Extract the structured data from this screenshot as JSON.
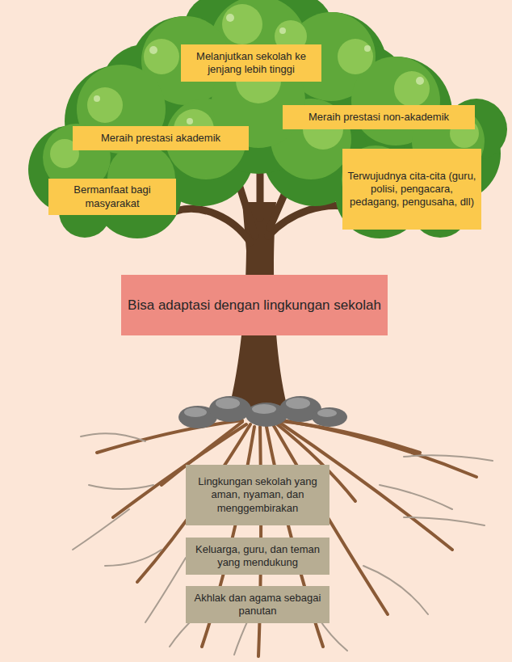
{
  "diagram": {
    "nodes": [
      {
        "text": [
          "Melanjutkan sekolah ke jenjang lebih tinggi"
        ]
      },
      {
        "text": [
          "Meraih prestasi non-akademik"
        ]
      },
      {
        "text": [
          "Meraih prestasi akademik"
        ]
      },
      {
        "text": [
          "Terwujudnya cita-cita (guru, polisi, pengacara, pedagang, pengusaha, dll)"
        ]
      },
      {
        "text": [
          "Bermanfaat bagi masyarakat"
        ]
      },
      {
        "text": [
          "Bisa adaptasi dengan lingkungan sekolah"
        ]
      },
      {
        "text": [
          "Lingkungan sekolah yang aman, nyaman, dan menggembirakan"
        ]
      },
      {
        "text": [
          "Keluarga, guru, dan teman yang mendukung"
        ]
      },
      {
        "text": [
          "Akhlak dan agama sebagai panutan"
        ]
      }
    ]
  }
}
